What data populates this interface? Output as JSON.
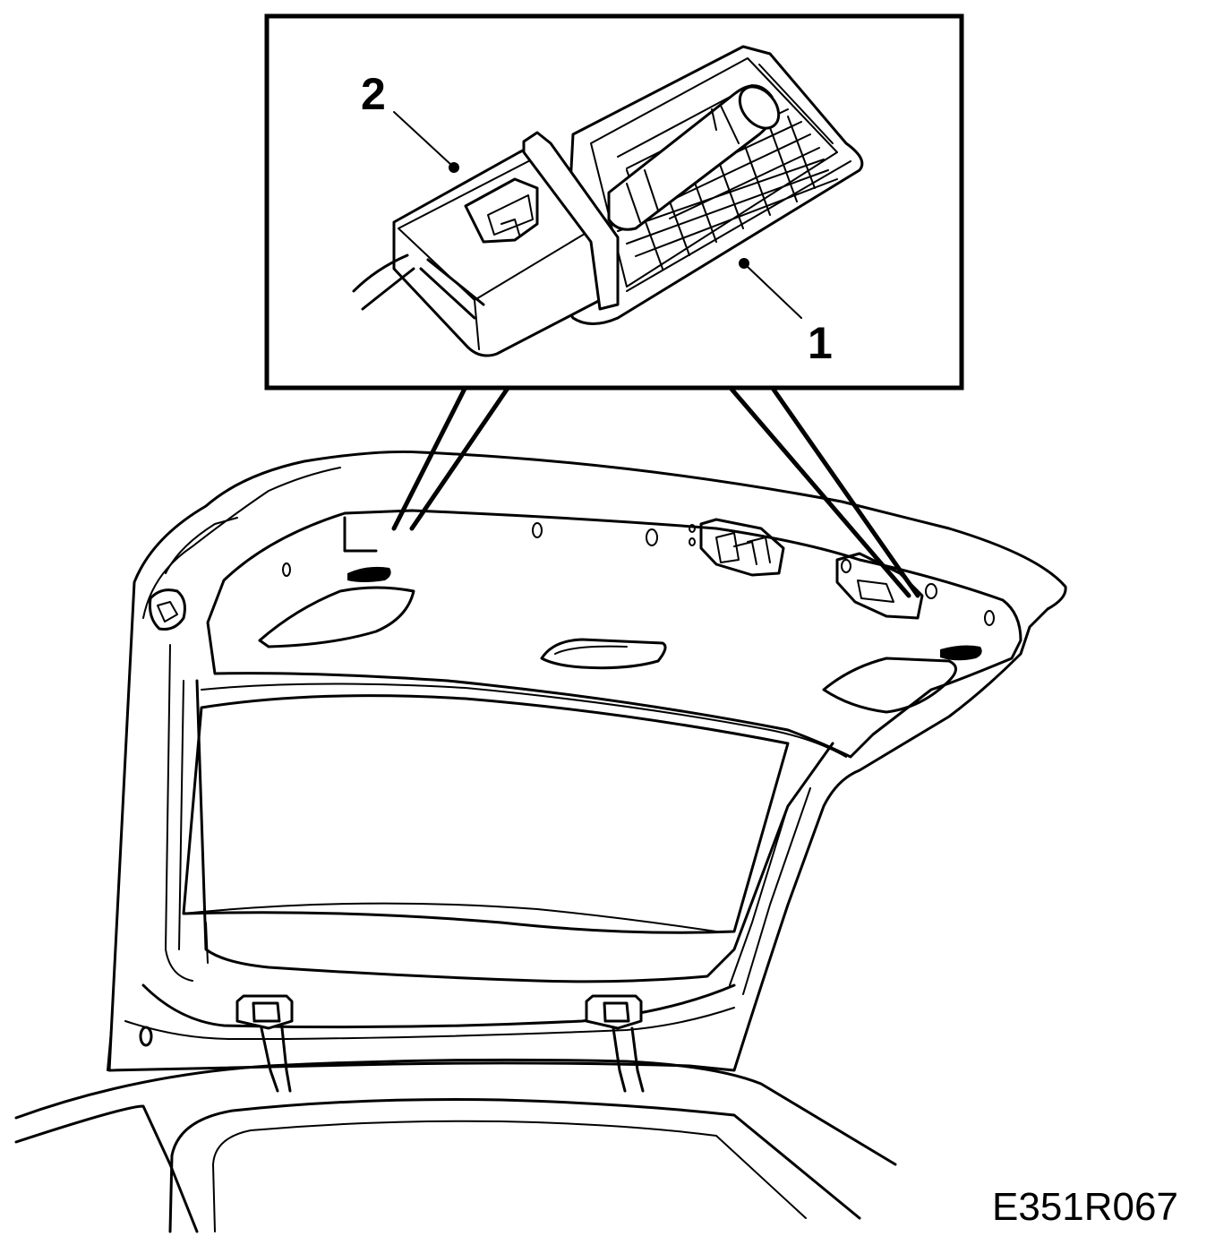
{
  "callouts": [
    {
      "id": "callout-1",
      "label": "1"
    },
    {
      "id": "callout-2",
      "label": "2"
    }
  ],
  "figure_code": "E351R067"
}
